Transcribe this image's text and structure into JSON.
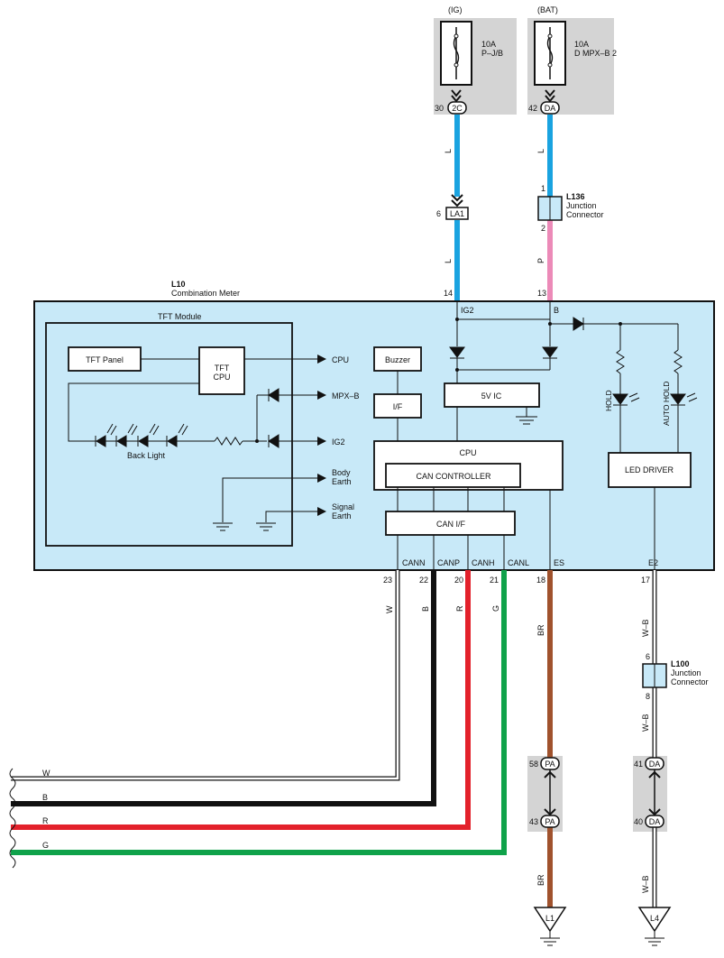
{
  "sources": {
    "ig": {
      "label": "(IG)",
      "fuse_amp": "10A",
      "fuse_name": "P–J/B",
      "connector": "2C",
      "pin": "30"
    },
    "bat": {
      "label": "(BAT)",
      "fuse_amp": "10A",
      "fuse_name": "D MPX–B 2",
      "connector": "DA",
      "pin": "42"
    }
  },
  "wire_colors": {
    "L": "L",
    "P": "P",
    "W": "W",
    "B": "B",
    "R": "R",
    "G": "G",
    "BR": "BR",
    "WB": "W–B"
  },
  "connector_la1": {
    "pin": "6",
    "name": "LA1"
  },
  "l136": {
    "id": "L136",
    "desc1": "Junction",
    "desc2": "Connector",
    "pin_in": "1",
    "pin_out": "2"
  },
  "meter": {
    "id": "L10",
    "name": "Combination Meter",
    "pins": {
      "ig2_pin": "14",
      "b_pin": "13",
      "w_pin": "23",
      "b2_pin": "22",
      "r_pin": "20",
      "g_pin": "21",
      "es_pin": "18",
      "e2_pin": "17"
    },
    "terminals": {
      "ig2": "IG2",
      "b": "B",
      "cann": "CANN",
      "canp": "CANP",
      "canh": "CANH",
      "canl": "CANL",
      "es": "ES",
      "e2": "E2"
    },
    "tft_module": {
      "title": "TFT Module",
      "panel": "TFT Panel",
      "cpu_line1": "TFT",
      "cpu_line2": "CPU",
      "backlight": "Back Light",
      "outputs": {
        "cpu": "CPU",
        "mpxb": "MPX–B",
        "ig2": "IG2",
        "body1": "Body",
        "body2": "Earth",
        "signal1": "Signal",
        "signal2": "Earth"
      }
    },
    "buzzer": "Buzzer",
    "if_block": "I/F",
    "ic_5v": "5V IC",
    "cpu": "CPU",
    "can_controller": "CAN CONTROLLER",
    "can_if": "CAN I/F",
    "led_driver": "LED DRIVER",
    "hold": "HOLD",
    "auto_hold": "AUTO HOLD"
  },
  "l100": {
    "id": "L100",
    "desc1": "Junction",
    "desc2": "Connector",
    "pin_in": "6",
    "pin_out": "8"
  },
  "pa_connector": {
    "name": "PA",
    "pin_top": "58",
    "pin_bottom": "43"
  },
  "da_connector": {
    "name": "DA",
    "pin_top": "41",
    "pin_bottom": "40"
  },
  "grounds": {
    "l1": "L1",
    "l4": "L4"
  },
  "bus_labels": {
    "w": "W",
    "b": "B",
    "r": "R",
    "g": "G"
  },
  "colors": {
    "blue": "#1aa3e0",
    "pink": "#ec8ab8",
    "red": "#e3212b",
    "green": "#0fa24a",
    "brown": "#a0522d",
    "black": "#111111",
    "module_bg": "#c8e9f8",
    "gray_bg": "#d4d4d4"
  }
}
